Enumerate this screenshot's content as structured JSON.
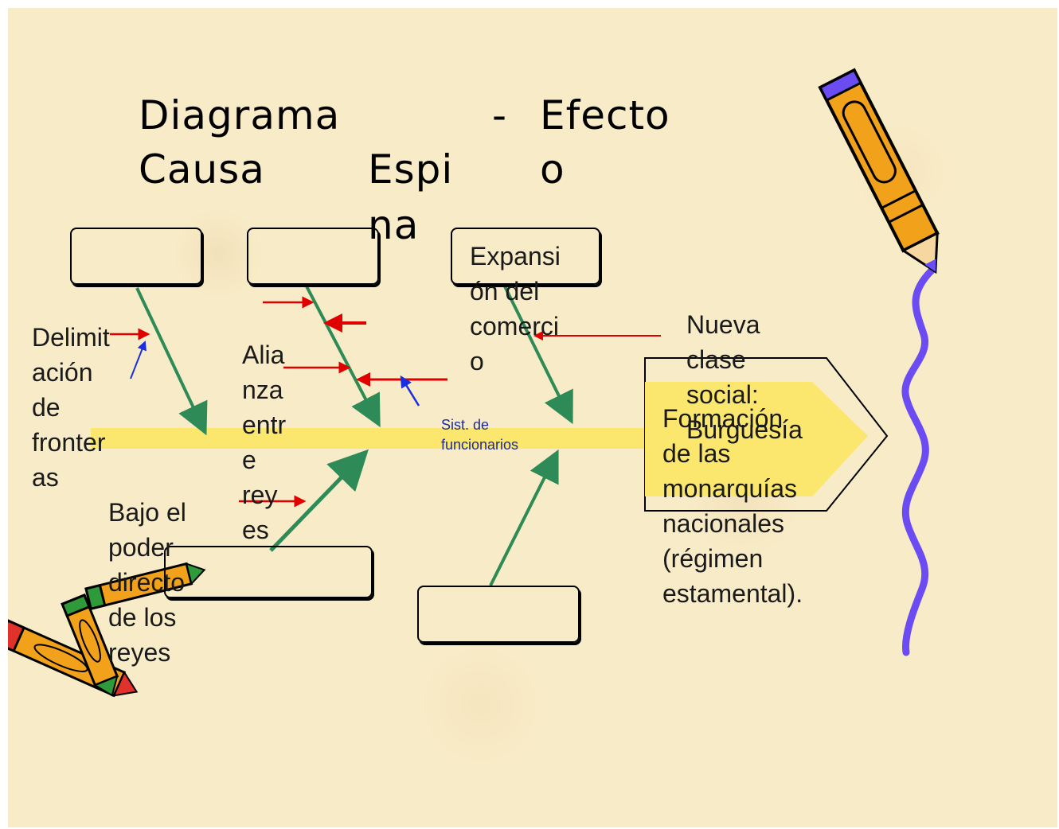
{
  "title": {
    "part1": "Diagrama",
    "part2": "Causa",
    "part3": "Espi",
    "part4": "na",
    "dash": "-",
    "part5": "Efecto",
    "part6": "o"
  },
  "causes": {
    "delimitacion": "Delimit\nación\nde\nfronter\nas",
    "alianza": "Alia\nnza\nentr\ne\nrey\nes",
    "expansion": "Expansi\nón del\ncomerci\no",
    "nueva_clase": "Nueva\nclase\nsocial:\nBurguesía",
    "bajo_el_poder": "Bajo el\npoder\ndirecto\nde los\nreyes",
    "sist_funcionarios": "Sist. de\nfuncionarios"
  },
  "effect": {
    "text": "Formación\nde las\nmonarquías\nnacionales\n(régimen\nestamental)."
  },
  "colors": {
    "background": "#f8ecc8",
    "spine": "#fbe66e",
    "bone": "#2e8b57",
    "red_arrow": "#e00000",
    "blue_arrow": "#1a2ee0",
    "squiggle": "#6b4cf2"
  },
  "icons": {
    "top_right": "pencil-icon",
    "bottom_left": "crayons-icon"
  }
}
